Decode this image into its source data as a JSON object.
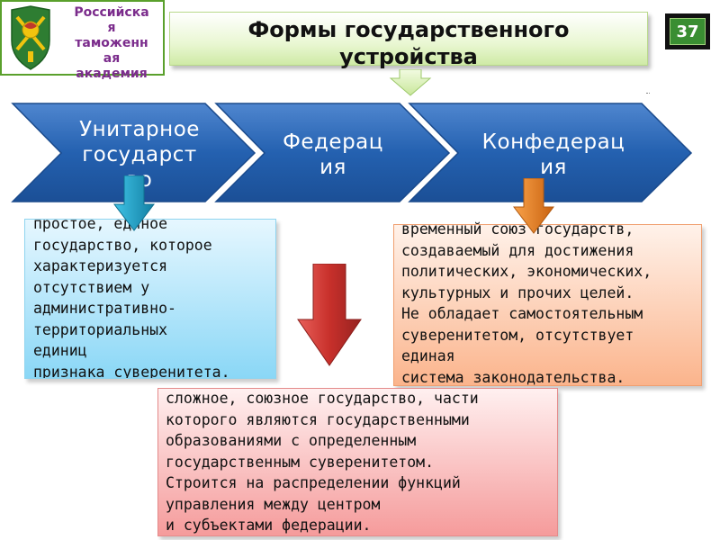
{
  "logo": {
    "text": "Российска\nя\nтаможенн\nая\nакадемия"
  },
  "title": "Формы государственного\nустройства",
  "slide_number": "37",
  "forms": [
    {
      "label": "Унитарное\nгосударст\nво"
    },
    {
      "label": "Федерац\nия"
    },
    {
      "label": "Конфедерац\nия"
    }
  ],
  "descriptions": {
    "unitary": "простое, единое\nгосударство, которое\nхарактеризуется\nотсутствием у\nадминистративно-\nтерриториальных\nединиц\nпризнака суверенитета.",
    "confederation": "временный союз государств,\nсоздаваемый для достижения\nполитических, экономических,\nкультурных и прочих целей.\nНе обладает самостоятельным\nсуверенитетом, отсутствует\nединая\nсистема законодательства.",
    "federation": "сложное, союзное государство, части\nкоторого являются государственными\nобразованиями с определенным\nгосударственным суверенитетом.\nСтроится на распределении функций\nуправления между центром\nи субъектами федерации."
  },
  "colors": {
    "chevron_blue": "#1f5aa6",
    "arrow_teal": "#1e9bbf",
    "arrow_orange": "#e07b20",
    "arrow_red": "#c8302b",
    "title_green": "#cfeaa6",
    "badge_green": "#3a8e32",
    "logo_purple": "#7b2c8c"
  }
}
